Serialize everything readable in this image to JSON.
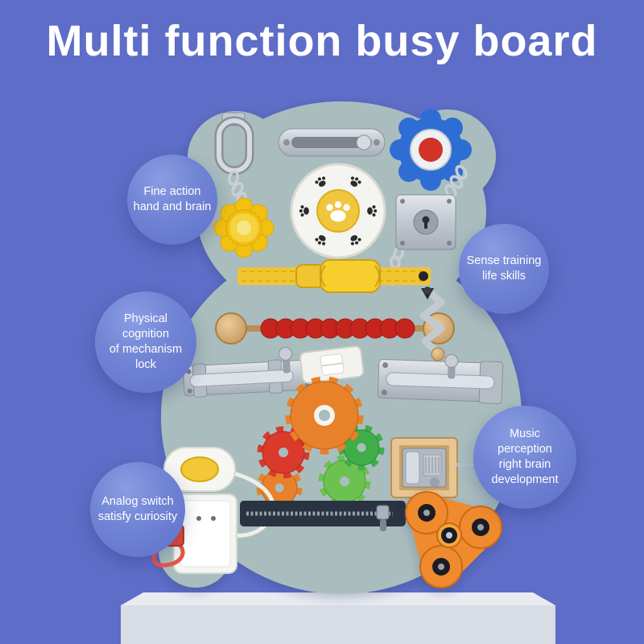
{
  "page": {
    "title": "Multi function busy board",
    "background_color": "#5e6dc7",
    "title_color": "#ffffff"
  },
  "callouts": [
    {
      "name": "fine-action",
      "text": "Fine action\nhand and brain"
    },
    {
      "name": "sense-training",
      "text": "Sense training\nlife skills"
    },
    {
      "name": "physical-cognition",
      "text": "Physical\ncognition\nof mechanism\nlock"
    },
    {
      "name": "music-perception",
      "text": "Music\nperception\nright brain\ndevelopment"
    },
    {
      "name": "analog-switch",
      "text": "Analog switch\nsatisfy curiosity"
    }
  ],
  "board": {
    "color": "#a9bdbe",
    "pedestal_color": "#d8dce4",
    "parts": [
      "hasp-lock",
      "slide-bolt-latch",
      "blue-rotary-knob",
      "metal-chain",
      "yellow-flower-knob",
      "paw-print-dial",
      "metal-lock-box-with-key",
      "yellow-buckle-strap",
      "red-bead-abacus-rod",
      "zigzag-bolt-track",
      "barrel-bolt-left",
      "light-switch",
      "barrel-bolt-right",
      "wooden-gear-set",
      "music-box-with-winding-key",
      "oval-toggle-switch",
      "power-socket-with-plug",
      "zipper",
      "orange-fidget-spinner"
    ]
  },
  "colors": {
    "bubble_blue": "#7083d4",
    "strap_yellow": "#f1c431",
    "gear_orange": "#e8812a",
    "gear_red": "#d93a2c",
    "gear_green": "#3fae49",
    "spinner_orange": "#ef8b2d",
    "knob_blue": "#2e6ed4",
    "knob_center_red": "#d03327",
    "bead_red": "#c5251d",
    "zipper_navy": "#2a3342",
    "metal_silver": "#c3c9d1",
    "wood_tan": "#d9b887"
  }
}
